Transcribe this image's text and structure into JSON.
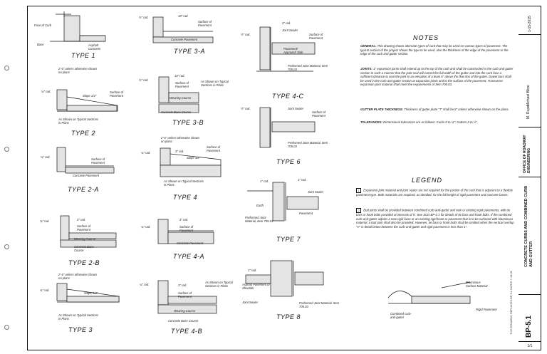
{
  "types": {
    "t1": "TYPE 1",
    "t2": "TYPE 2",
    "t2a": "TYPE 2-A",
    "t2b": "TYPE 2-B",
    "t3": "TYPE 3",
    "t3a": "TYPE 3-A",
    "t3b": "TYPE 3-B",
    "t4": "TYPE 4",
    "t4a": "TYPE 4-A",
    "t4b": "TYPE 4-B",
    "t4c": "TYPE 4-C",
    "t6": "TYPE 6",
    "t7": "TYPE 7",
    "t8": "TYPE 8"
  },
  "labels": {
    "face_of_curb": "Face of Curb",
    "base": "Base",
    "asphalt_concrete": "Asphalt Concrete",
    "quarter_rad": "¼\" rad.",
    "half_rad": "½\" rad.",
    "three_rad": "3\" rad.",
    "ten_rad": "10\" rad.",
    "one_rad": "1\" rad.",
    "surface_of_pavement": "Surface of Pavement",
    "concrete_pavement": "Concrete Pavement",
    "wearing_course": "Wearing Course",
    "concrete_base_course": "Concrete Base Course",
    "slope": "Slope 1/4\"",
    "as_shown": "As Shown on Typical Sections in Plans",
    "two_six": "2'-6\" unless otherwise shown on plans",
    "joint_sealer": "Joint Sealer",
    "pavement_approach_slab": "Pavement/ Approach Slab",
    "preformed_joint": "Preformed Joint Material, Item 705.03",
    "earth": "Earth",
    "pavement": "Pavement",
    "asphalt_or_shoulder": "Asphalt Pavement or Shoulder",
    "bituminous": "Bituminous Surface Material",
    "rigid_pavement": "Rigid Pavement",
    "combined": "Combined curb-and-gutter"
  },
  "notes": {
    "title": "NOTES",
    "general_head": "GENERAL:",
    "general": "This drawing shows alternate types of curb that may be used on various types of pavement. The typical section of the project shows the type to be used, also the thickness of the edge of the pavement or the edge of the curb and gutter section.",
    "joints_head": "JOINTS:",
    "joints": "1\" expansion joints shall extend up to the top of the curb and shall be constructed in the curb and gutter section in such a manner that the joint seal will extend the full width of the gutter and into the curb face a sufficient distance to seal the joint to an elevation of a least 6\" above the flow line of the gutter. Dowel bars shall be used in the curb and gutter section at expansion joints and to the surface of the pavement. Transverse expansion joint material shall meet the requirements of Item 705.03.",
    "plate_head": "GUTTER PLATE THICKNESS:",
    "plate": "Thickness of gutter plate \"T\" shall be 8\" unless otherwise shown on the plans.",
    "tol_head": "TOLERANCES:",
    "tol": "Dimensional tolerances are as follows: Curbs 0 to ¼\"; Gutters 0 to ½\"."
  },
  "legend": {
    "title": "LEGEND",
    "n1": "1",
    "l1": "Expansion joint material and joint sealer are not required for the portion of the curb that is adjacent to a flexible pavement type. Both materials are required, as detailed, for the full height of rigid pavement and concrete bases.",
    "n2": "2",
    "l2": "Butt joints shall be provided between combined curb-and-gutter and new or existing rigid pavements, with tie bars or hook bolts provided at intervals of 5'. See SCD BP-2.1 for details of tie bars and hook bolts. If the combined curb-and-gutter adjoins a new rigid base or an existing rigid base or pavement that is to be surfaced with bituminous material, a butt joint shall also be provided. However, tie bars or hook bolts shall be omitted when the vertical overlap \"V\" in detail below between the curb-and-gutter and rigid pavement is less than 1\"."
  },
  "titleblock": {
    "date": "1-15-2015",
    "engineer1": "Michael Bline",
    "engineer2": "M. Rupe",
    "office": "OFFICE OF ROADWAY ENGINEERING",
    "title": "CONCRETE CURBS AND COMBINED CURB AND GUTTER",
    "sheet": "BP-5.1",
    "page": "1/1",
    "supersedes": "THIS DRAWING REPLACES BP-5.1 DATED 7-18-08"
  }
}
